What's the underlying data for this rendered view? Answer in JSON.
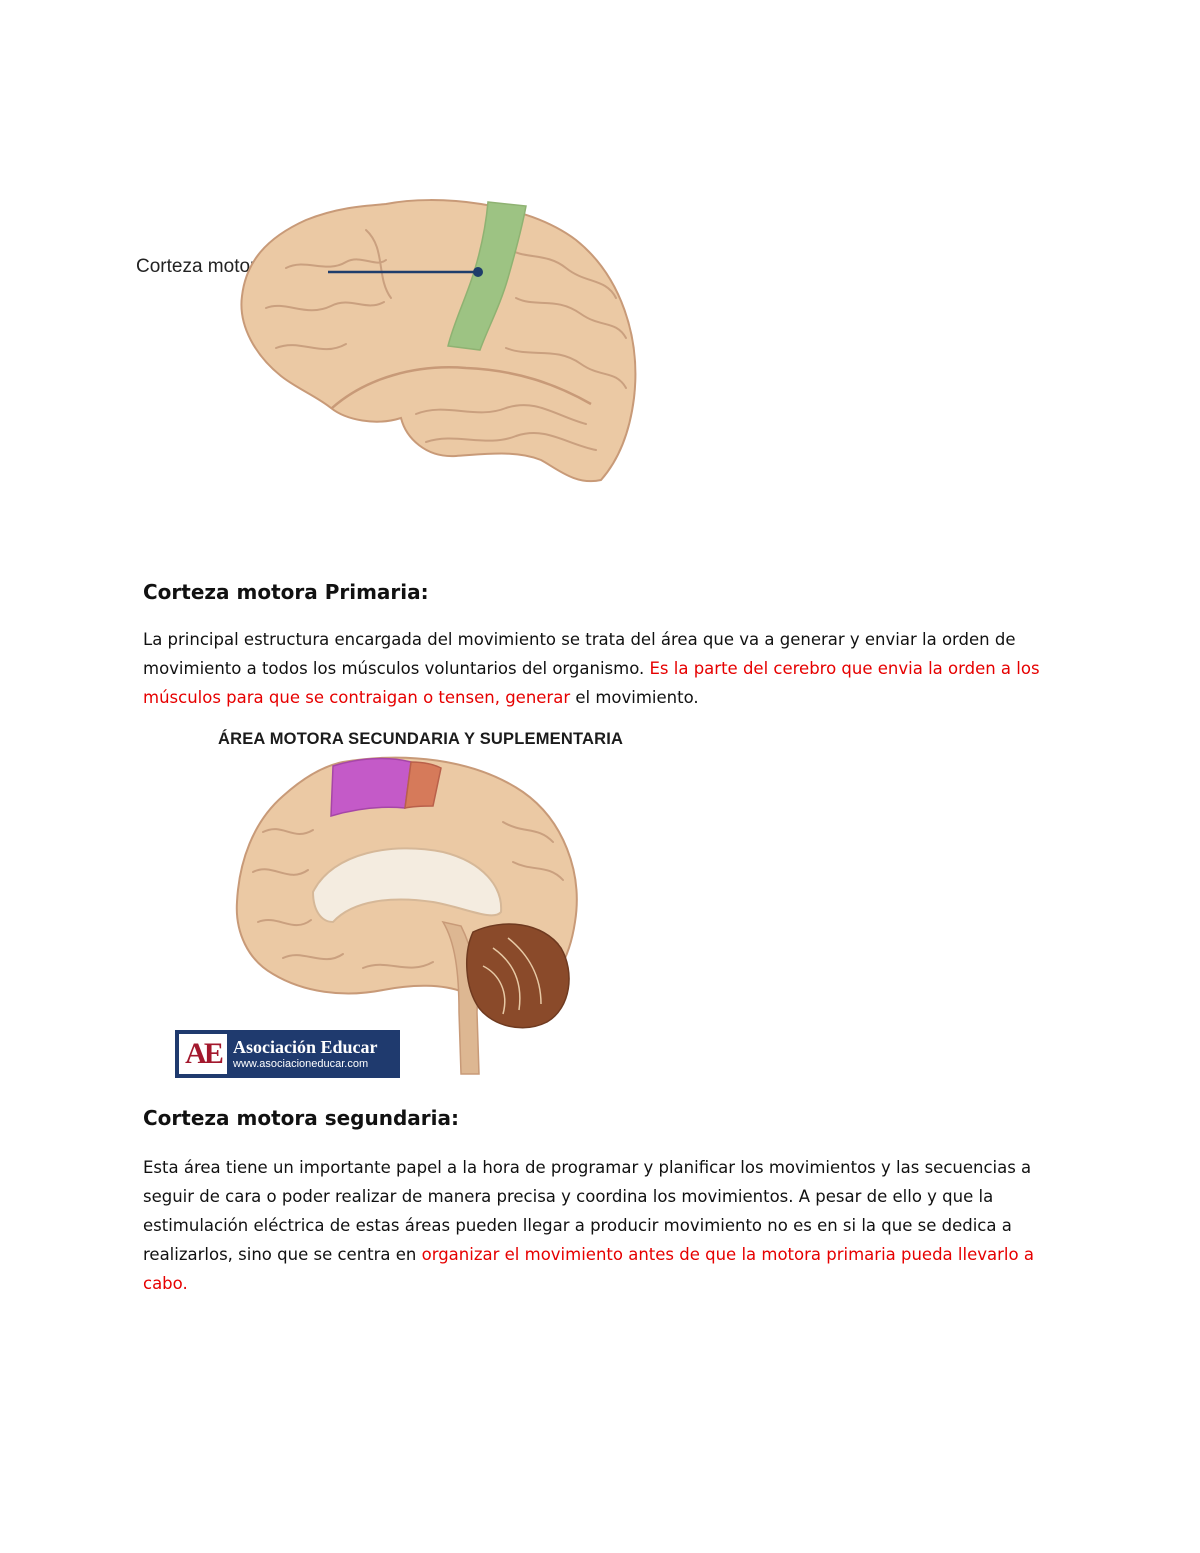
{
  "figure1": {
    "label": "Corteza motora primaria",
    "colors": {
      "brain": "#ebc9a4",
      "outline": "#c89a78",
      "motor_strip": "#9dc383",
      "pointer": "#1f3d6b"
    }
  },
  "section1": {
    "heading": "Corteza motora Primaria:",
    "text_black_1": "La principal estructura encargada del movimiento se trata del área que va a generar y enviar la orden de movimiento a todos los músculos voluntarios del organismo. ",
    "text_red": "Es la parte del cerebro que envia la orden a los músculos para que se contraigan o tensen, generar",
    "text_black_2": " el movimiento."
  },
  "figure2": {
    "title": "ÁREA MOTORA SECUNDARIA Y SUPLEMENTARIA",
    "logo": {
      "mark": "AE",
      "name": "Asociación Educar",
      "url": "www.asociacioneducar.com"
    },
    "colors": {
      "brain": "#ebc9a4",
      "supplementary": "#c45ac8",
      "premotor": "#d67a5a",
      "cerebellum": "#8a4a2a",
      "logo_bg": "#1f3a6e"
    }
  },
  "section2": {
    "heading": "Corteza motora segundaria:",
    "text_black": "Esta área tiene un importante papel a la hora de programar y planificar los movimientos y las secuencias a seguir de cara o poder realizar de manera precisa y coordina los movimientos. A pesar de ello y que la estimulación eléctrica de estas áreas pueden llegar a producir movimiento no es en si la que se dedica a realizarlos, sino que se centra en ",
    "text_red": "organizar el movimiento antes de que la motora primaria pueda llevarlo a cabo."
  }
}
